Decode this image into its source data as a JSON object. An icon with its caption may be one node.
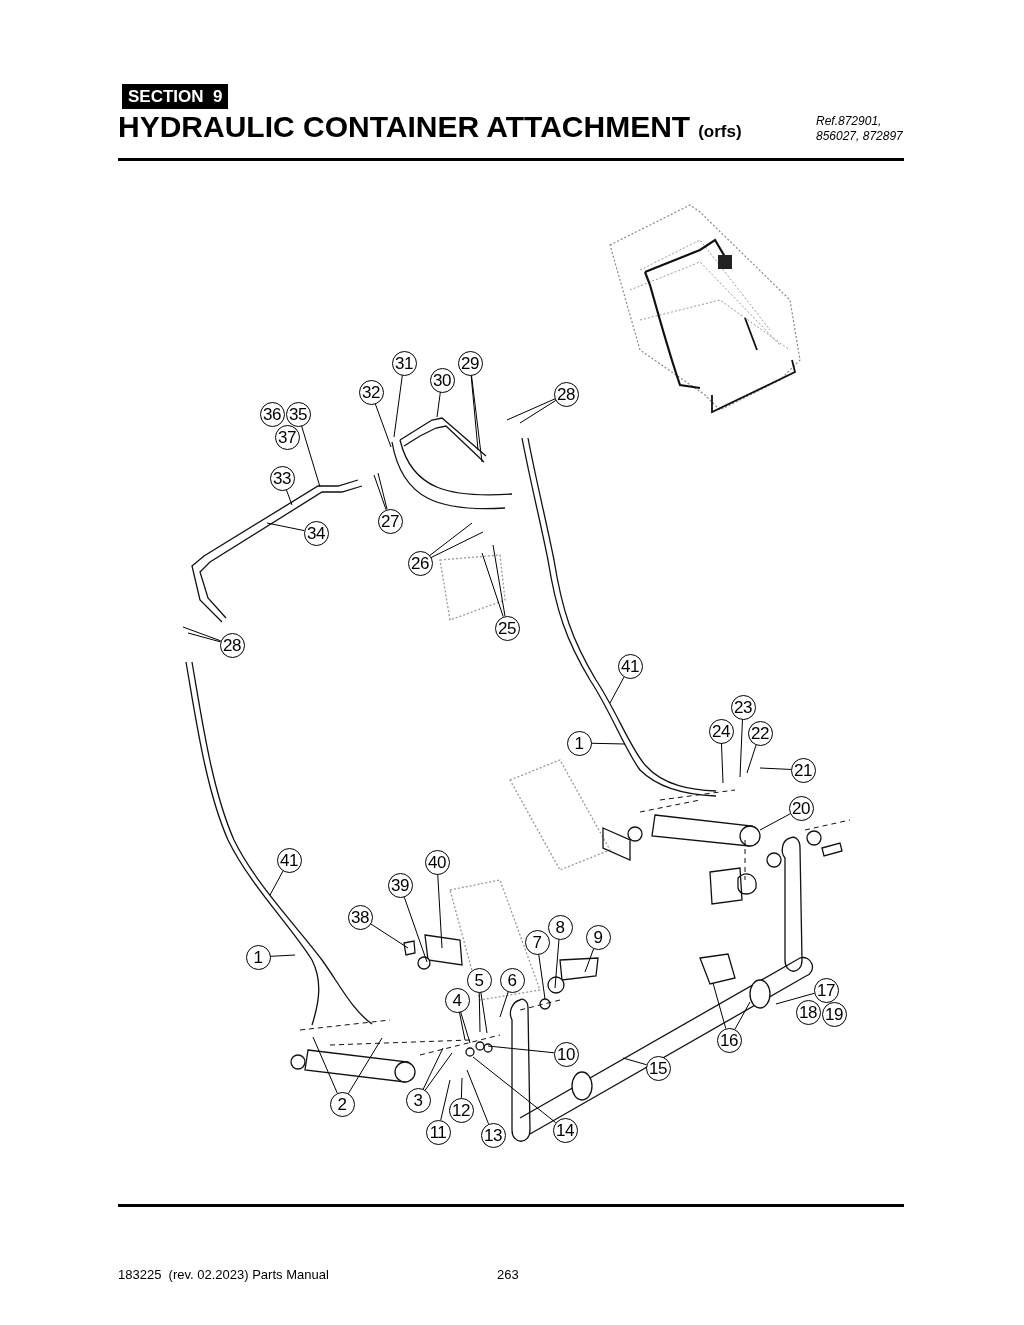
{
  "diagram": {
    "title": "HYDRAULIC CONTAINER ATTACHMENT",
    "nodes": [
      {
        "text": [
          "31"
        ]
      },
      {
        "text": [
          "29"
        ]
      },
      {
        "text": [
          "30"
        ]
      },
      {
        "text": [
          "32"
        ]
      },
      {
        "text": [
          "28"
        ]
      },
      {
        "text": [
          "36"
        ]
      },
      {
        "text": [
          "35"
        ]
      },
      {
        "text": [
          "37"
        ]
      },
      {
        "text": [
          "33"
        ]
      },
      {
        "text": [
          "27"
        ]
      },
      {
        "text": [
          "34"
        ]
      },
      {
        "text": [
          "26"
        ]
      },
      {
        "text": [
          "25"
        ]
      },
      {
        "text": [
          "28"
        ]
      },
      {
        "text": [
          "41"
        ]
      },
      {
        "text": [
          "23"
        ]
      },
      {
        "text": [
          "24"
        ]
      },
      {
        "text": [
          "22"
        ]
      },
      {
        "text": [
          "1"
        ]
      },
      {
        "text": [
          "21"
        ]
      },
      {
        "text": [
          "20"
        ]
      },
      {
        "text": [
          "41"
        ]
      },
      {
        "text": [
          "40"
        ]
      },
      {
        "text": [
          "39"
        ]
      },
      {
        "text": [
          "38"
        ]
      },
      {
        "text": [
          "8"
        ]
      },
      {
        "text": [
          "9"
        ]
      },
      {
        "text": [
          "7"
        ]
      },
      {
        "text": [
          "1"
        ]
      },
      {
        "text": [
          "5"
        ]
      },
      {
        "text": [
          "6"
        ]
      },
      {
        "text": [
          "17"
        ]
      },
      {
        "text": [
          "4"
        ]
      },
      {
        "text": [
          "18"
        ]
      },
      {
        "text": [
          "19"
        ]
      },
      {
        "text": [
          "16"
        ]
      },
      {
        "text": [
          "10"
        ]
      },
      {
        "text": [
          "15"
        ]
      },
      {
        "text": [
          "3"
        ]
      },
      {
        "text": [
          "2"
        ]
      },
      {
        "text": [
          "12"
        ]
      },
      {
        "text": [
          "11"
        ]
      },
      {
        "text": [
          "14"
        ]
      },
      {
        "text": [
          "13"
        ]
      }
    ],
    "edges": [
      {
        "from": 0,
        "to": null,
        "arrow": "none"
      },
      {
        "from": 1,
        "to": null,
        "arrow": "none"
      },
      {
        "from": 1,
        "to": null,
        "arrow": "none"
      },
      {
        "from": 2,
        "to": null,
        "arrow": "none"
      },
      {
        "from": 3,
        "to": null,
        "arrow": "none"
      },
      {
        "from": 4,
        "to": null,
        "arrow": "none"
      },
      {
        "from": 4,
        "to": null,
        "arrow": "none"
      },
      {
        "from": 6,
        "to": null,
        "arrow": "none"
      },
      {
        "from": 8,
        "to": null,
        "arrow": "none"
      },
      {
        "from": 10,
        "to": null,
        "arrow": "none"
      },
      {
        "from": 9,
        "to": null,
        "arrow": "none"
      },
      {
        "from": 9,
        "to": null,
        "arrow": "none"
      },
      {
        "from": 11,
        "to": null,
        "arrow": "none"
      },
      {
        "from": 11,
        "to": null,
        "arrow": "none"
      },
      {
        "from": 12,
        "to": null,
        "arrow": "none"
      },
      {
        "from": 12,
        "to": null,
        "arrow": "none"
      },
      {
        "from": 13,
        "to": null,
        "arrow": "none"
      },
      {
        "from": 13,
        "to": null,
        "arrow": "none"
      },
      {
        "from": 14,
        "to": null,
        "arrow": "none"
      },
      {
        "from": 15,
        "to": null,
        "arrow": "none"
      },
      {
        "from": 16,
        "to": null,
        "arrow": "none"
      },
      {
        "from": 17,
        "to": null,
        "arrow": "none"
      },
      {
        "from": 18,
        "to": null,
        "arrow": "none"
      },
      {
        "from": 19,
        "to": null,
        "arrow": "none"
      },
      {
        "from": 20,
        "to": null,
        "arrow": "none"
      },
      {
        "from": 21,
        "to": null,
        "arrow": "none"
      },
      {
        "from": 22,
        "to": null,
        "arrow": "none"
      },
      {
        "from": 23,
        "to": null,
        "arrow": "none"
      },
      {
        "from": 24,
        "to": null,
        "arrow": "none"
      },
      {
        "from": 25,
        "to": null,
        "arrow": "none"
      },
      {
        "from": 26,
        "to": null,
        "arrow": "none"
      },
      {
        "from": 27,
        "to": null,
        "arrow": "none"
      },
      {
        "from": 28,
        "to": null,
        "arrow": "none"
      },
      {
        "from": 29,
        "to": null,
        "arrow": "none"
      },
      {
        "from": 29,
        "to": null,
        "arrow": "none"
      },
      {
        "from": 30,
        "to": null,
        "arrow": "none"
      },
      {
        "from": 31,
        "to": null,
        "arrow": "none"
      },
      {
        "from": 32,
        "to": null,
        "arrow": "none"
      },
      {
        "from": 32,
        "to": null,
        "arrow": "none"
      },
      {
        "from": 35,
        "to": null,
        "arrow": "none"
      },
      {
        "from": 35,
        "to": null,
        "arrow": "none"
      },
      {
        "from": 36,
        "to": null,
        "arrow": "none"
      },
      {
        "from": 37,
        "to": null,
        "arrow": "none"
      },
      {
        "from": 38,
        "to": null,
        "arrow": "none"
      },
      {
        "from": 38,
        "to": null,
        "arrow": "none"
      },
      {
        "from": 39,
        "to": null,
        "arrow": "none"
      },
      {
        "from": 39,
        "to": null,
        "arrow": "none"
      },
      {
        "from": 40,
        "to": null,
        "arrow": "none"
      },
      {
        "from": 41,
        "to": null,
        "arrow": "none"
      },
      {
        "from": 42,
        "to": null,
        "arrow": "none"
      },
      {
        "from": 43,
        "to": null,
        "arrow": "none"
      }
    ],
    "labels": [
      "SECTION  9",
      "(orfs)",
      "Ref.872901, 856027, 872897",
      "183225  (rev. 02.2023) Parts Manual",
      "263"
    ]
  }
}
